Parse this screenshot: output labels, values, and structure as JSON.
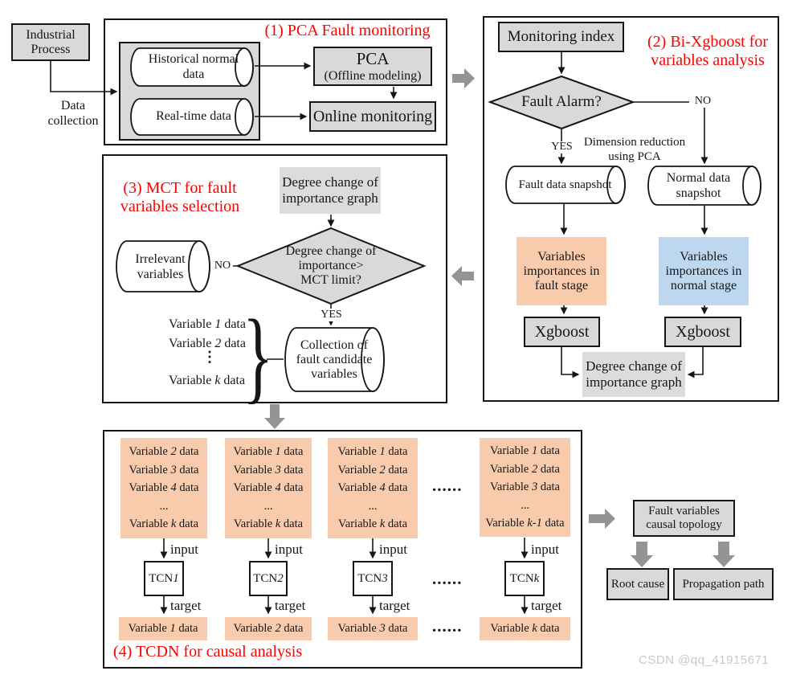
{
  "watermark": "CSDN @qq_41915671",
  "colors": {
    "box_gray": "#d9d9d9",
    "soft_gray": "#dcdcdc",
    "orange": "#f8cbad",
    "blue": "#bdd7ee",
    "red": "#fe0000",
    "arrow_gray": "#949494"
  },
  "section1": {
    "title": "(1) PCA Fault monitoring",
    "industrial_process": [
      "Industrial",
      "Process"
    ],
    "data_collection": [
      "Data",
      "collection"
    ],
    "historical_cylinder": [
      "Historical normal",
      "data"
    ],
    "realtime_cylinder": "Real-time data",
    "pca_title": "PCA",
    "pca_subtitle": "(Offline modeling)",
    "online_monitoring": "Online monitoring"
  },
  "section2": {
    "title": [
      "(2) Bi-Xgboost for",
      "variables analysis"
    ],
    "monitoring_index": "Monitoring index",
    "fault_alarm": "Fault Alarm?",
    "yes": "YES",
    "no": "NO",
    "dimension_note": [
      "Dimension reduction",
      "using PCA"
    ],
    "fault_snapshot": "Fault data snapshot",
    "normal_snapshot": [
      "Normal data",
      "snapshot"
    ],
    "importance_fault": [
      "Variables",
      "importances in",
      "fault stage"
    ],
    "importance_normal": [
      "Variables",
      "importances in",
      "normal stage"
    ],
    "xgboost": "Xgboost",
    "degree_box": [
      "Degree change of",
      "importance graph"
    ]
  },
  "section3": {
    "title": [
      "(3) MCT for fault",
      "variables selection"
    ],
    "degree_box": [
      "Degree change of",
      "importance graph"
    ],
    "decision": [
      "Degree change of",
      "importance>",
      "MCT limit?"
    ],
    "no": "NO",
    "yes": "YES",
    "irrelevant_cylinder": [
      "Irrelevant",
      "variables"
    ],
    "variable_list": [
      "Variable 1 data",
      "Variable 2 data",
      "⋮",
      "Variable k data"
    ],
    "brace": "}",
    "collection_cylinder": [
      "Collection of",
      "fault candidate",
      "variables"
    ]
  },
  "section4": {
    "title": "(4) TCDN for causal analysis",
    "dots": "......",
    "input_label": "input",
    "target_label": "target",
    "columns": [
      {
        "inputs": [
          "Variable 2 data",
          "Variable 3 data",
          "Variable 4 data",
          "...",
          "Variable k data"
        ],
        "tcn": "TCN",
        "tcn_num": "1",
        "target": "Variable 1 data"
      },
      {
        "inputs": [
          "Variable 1 data",
          "Variable 3 data",
          "Variable 4 data",
          "...",
          "Variable k data"
        ],
        "tcn": "TCN",
        "tcn_num": "2",
        "target": "Variable 2 data"
      },
      {
        "inputs": [
          "Variable 1 data",
          "Variable 2 data",
          "Variable 4 data",
          "...",
          "Variable k data"
        ],
        "tcn": "TCN",
        "tcn_num": "3",
        "target": "Variable 3 data"
      },
      {
        "inputs": [
          "Variable 1 data",
          "Variable 2 data",
          "Variable 3 data",
          "...",
          "Variable k-1 data"
        ],
        "tcn": "TCN",
        "tcn_num": "k",
        "target": "Variable k data"
      }
    ]
  },
  "outputs": {
    "topology": [
      "Fault variables",
      "causal topology"
    ],
    "root_cause": "Root cause",
    "propagation_path": "Propagation path"
  }
}
